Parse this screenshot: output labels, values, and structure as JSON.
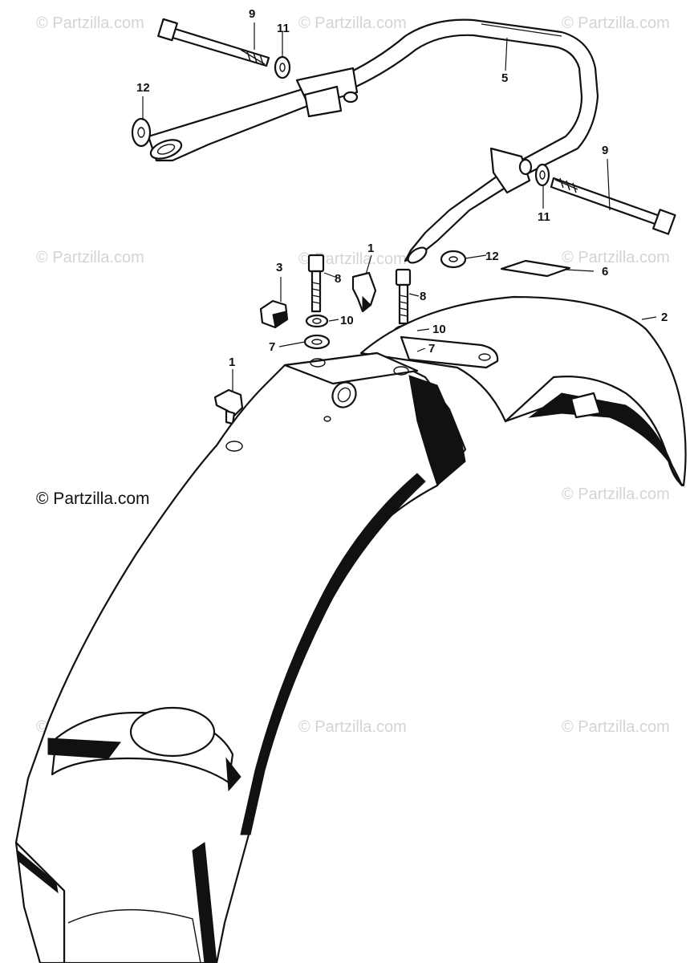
{
  "watermark": {
    "text": "© Partzilla.com"
  },
  "callouts": {
    "part_1_upper": "1",
    "part_1_left": "1",
    "part_2": "2",
    "part_3": "3",
    "part_5": "5",
    "part_6": "6",
    "part_7_left": "7",
    "part_7_right": "7",
    "part_8_left": "8",
    "part_8_right": "8",
    "part_9_top": "9",
    "part_9_right": "9",
    "part_10_left": "10",
    "part_10_right": "10",
    "part_11_top": "11",
    "part_11_right": "11",
    "part_12_left": "12",
    "part_12_right": "12"
  },
  "colors": {
    "line": "#111111",
    "watermark": "#d4d4d4",
    "background": "#ffffff"
  }
}
